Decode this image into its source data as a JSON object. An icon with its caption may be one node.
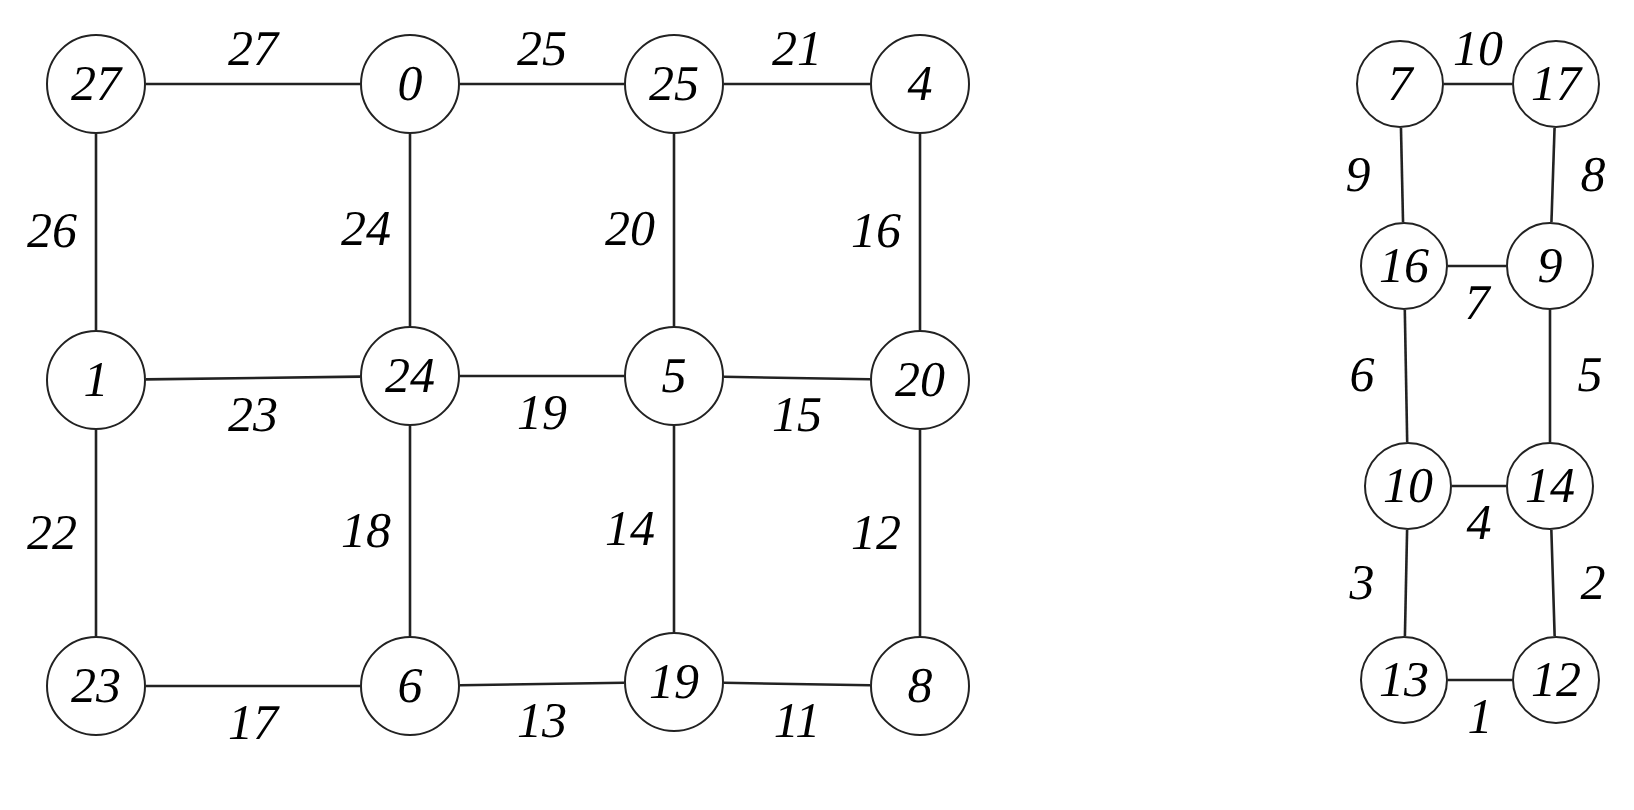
{
  "diagram": {
    "nodes": [
      {
        "text": [
          "27"
        ]
      },
      {
        "text": [
          "0"
        ]
      },
      {
        "text": [
          "25"
        ]
      },
      {
        "text": [
          "4"
        ]
      },
      {
        "text": [
          "1"
        ]
      },
      {
        "text": [
          "24"
        ]
      },
      {
        "text": [
          "5"
        ]
      },
      {
        "text": [
          "20"
        ]
      },
      {
        "text": [
          "23"
        ]
      },
      {
        "text": [
          "6"
        ]
      },
      {
        "text": [
          "19"
        ]
      },
      {
        "text": [
          "8"
        ]
      },
      {
        "text": [
          "7"
        ]
      },
      {
        "text": [
          "17"
        ]
      },
      {
        "text": [
          "16"
        ]
      },
      {
        "text": [
          "9"
        ]
      },
      {
        "text": [
          "10"
        ]
      },
      {
        "text": [
          "14"
        ]
      },
      {
        "text": [
          "13"
        ]
      },
      {
        "text": [
          "12"
        ]
      }
    ],
    "edges": [
      {
        "from": 0,
        "to": 1,
        "arrow": "none",
        "label": "27"
      },
      {
        "from": 1,
        "to": 2,
        "arrow": "none",
        "label": "25"
      },
      {
        "from": 2,
        "to": 3,
        "arrow": "none",
        "label": "21"
      },
      {
        "from": 0,
        "to": 4,
        "arrow": "none",
        "label": "26"
      },
      {
        "from": 1,
        "to": 5,
        "arrow": "none",
        "label": "24"
      },
      {
        "from": 2,
        "to": 6,
        "arrow": "none",
        "label": "20"
      },
      {
        "from": 3,
        "to": 7,
        "arrow": "none",
        "label": "16"
      },
      {
        "from": 4,
        "to": 5,
        "arrow": "none",
        "label": "23"
      },
      {
        "from": 5,
        "to": 6,
        "arrow": "none",
        "label": "19"
      },
      {
        "from": 6,
        "to": 7,
        "arrow": "none",
        "label": "15"
      },
      {
        "from": 4,
        "to": 8,
        "arrow": "none",
        "label": "22"
      },
      {
        "from": 5,
        "to": 9,
        "arrow": "none",
        "label": "18"
      },
      {
        "from": 6,
        "to": 10,
        "arrow": "none",
        "label": "14"
      },
      {
        "from": 7,
        "to": 11,
        "arrow": "none",
        "label": "12"
      },
      {
        "from": 8,
        "to": 9,
        "arrow": "none",
        "label": "17"
      },
      {
        "from": 9,
        "to": 10,
        "arrow": "none",
        "label": "13"
      },
      {
        "from": 10,
        "to": 11,
        "arrow": "none",
        "label": "11"
      },
      {
        "from": 12,
        "to": 13,
        "arrow": "none",
        "label": "10"
      },
      {
        "from": 12,
        "to": 14,
        "arrow": "none",
        "label": "9"
      },
      {
        "from": 13,
        "to": 15,
        "arrow": "none",
        "label": "8"
      },
      {
        "from": 14,
        "to": 15,
        "arrow": "none",
        "label": "7"
      },
      {
        "from": 14,
        "to": 16,
        "arrow": "none",
        "label": "6"
      },
      {
        "from": 15,
        "to": 17,
        "arrow": "none",
        "label": "5"
      },
      {
        "from": 16,
        "to": 17,
        "arrow": "none",
        "label": "4"
      },
      {
        "from": 16,
        "to": 18,
        "arrow": "none",
        "label": "3"
      },
      {
        "from": 17,
        "to": 19,
        "arrow": "none",
        "label": "2"
      },
      {
        "from": 18,
        "to": 19,
        "arrow": "none",
        "label": "1"
      }
    ]
  }
}
